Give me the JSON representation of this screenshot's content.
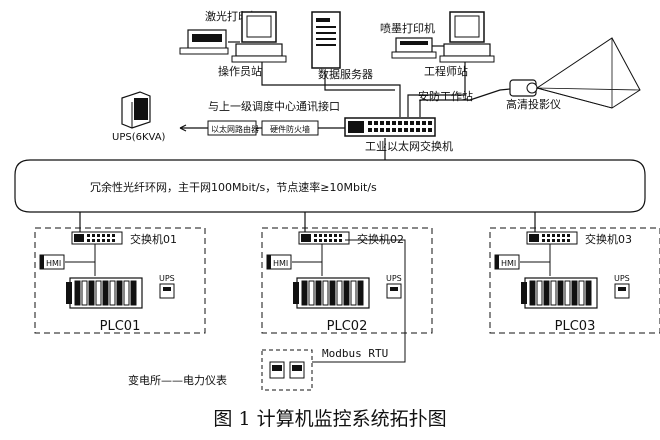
{
  "title": "图 1 计算机监控系统拓扑图",
  "top": {
    "laser_printer": "激光打印机",
    "operator_station": "操作员站",
    "data_server": "数据服务器",
    "inkjet_printer": "喷墨打印机",
    "engineer_station": "工程师站",
    "security_station": "安防工作站",
    "hd_projector": "高清投影仪"
  },
  "uplink": {
    "interface_label": "与上一级调度中心通讯接口",
    "ups": "UPS(6KVA)",
    "router": "以太网路由器",
    "firewall": "硬件防火墙",
    "industrial_switch": "工业以太网交换机"
  },
  "ring": {
    "label": "冗余性光纤环网，主干网100Mbit/s，节点速率≥10Mbit/s"
  },
  "stations": [
    {
      "switch": "交换机01",
      "hmi": "HMI",
      "ups": "UPS",
      "plc": "PLC01"
    },
    {
      "switch": "交换机02",
      "hmi": "HMI",
      "ups": "UPS",
      "plc": "PLC02"
    },
    {
      "switch": "交换机03",
      "hmi": "HMI",
      "ups": "UPS",
      "plc": "PLC03"
    }
  ],
  "substation": {
    "protocol": "Modbus RTU",
    "label": "变电所——电力仪表"
  }
}
